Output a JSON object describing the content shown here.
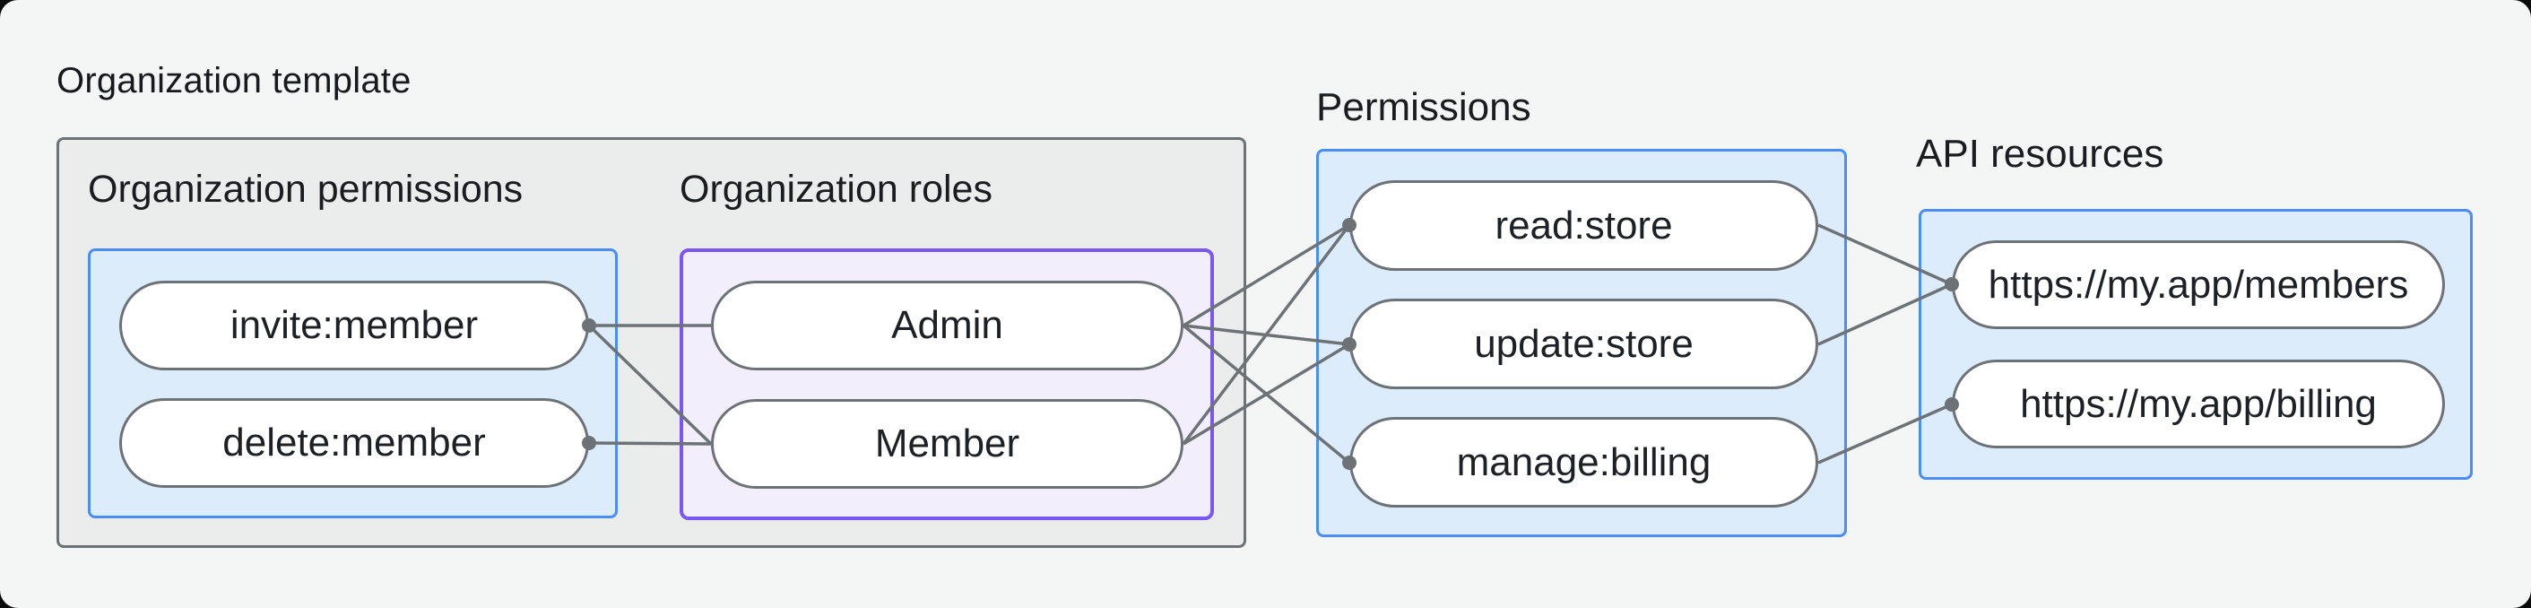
{
  "title": "Organization template",
  "org_template": {
    "permissions_section": {
      "label": "Organization permissions",
      "nodes": [
        "invite:member",
        "delete:member"
      ]
    },
    "roles_section": {
      "label": "Organization roles",
      "nodes": [
        "Admin",
        "Member"
      ]
    }
  },
  "permissions": {
    "label": "Permissions",
    "nodes": [
      "read:store",
      "update:store",
      "manage:billing"
    ]
  },
  "api_resources": {
    "label": "API resources",
    "nodes": [
      "https://my.app/members",
      "https://my.app/billing"
    ]
  },
  "edges": [
    {
      "from": "invite:member",
      "to": "Admin"
    },
    {
      "from": "invite:member",
      "to": "Member"
    },
    {
      "from": "delete:member",
      "to": "Member"
    },
    {
      "from": "Admin",
      "to": "read:store"
    },
    {
      "from": "Admin",
      "to": "update:store"
    },
    {
      "from": "Admin",
      "to": "manage:billing"
    },
    {
      "from": "Member",
      "to": "read:store"
    },
    {
      "from": "Member",
      "to": "update:store"
    },
    {
      "from": "read:store",
      "to": "https://my.app/members"
    },
    {
      "from": "update:store",
      "to": "https://my.app/members"
    },
    {
      "from": "manage:billing",
      "to": "https://my.app/billing"
    }
  ],
  "colors": {
    "page_background": "#f4f6f5",
    "group_box_fill": "#ebedec",
    "group_box_border": "#6d7276",
    "blue_box_fill": "#ddecfb",
    "blue_box_border": "#4a8df5",
    "purple_box_fill": "#f3eefb",
    "purple_box_border": "#7a57f3",
    "pill_border": "#6d7276",
    "wire": "#6d7276",
    "text": "#161a1d"
  }
}
